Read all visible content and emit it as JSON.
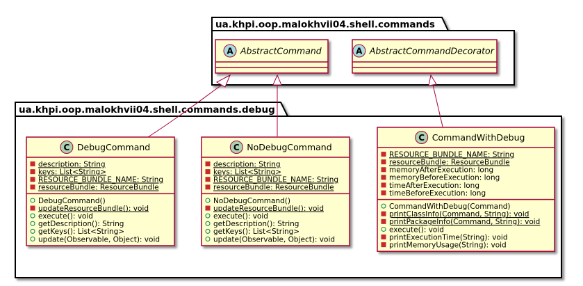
{
  "packages": {
    "commands": {
      "name": "ua.khpi.oop.malokhvii04.shell.commands"
    },
    "debug": {
      "name": "ua.khpi.oop.malokhvii04.shell.commands.debug"
    }
  },
  "colors": {
    "class_fill": "#FEFECE",
    "border": "#A80036",
    "abstract_badge": "#A9DCDF",
    "class_badge": "#ADD1B2",
    "private_marker": "#C82930",
    "public_marker": "#84BE84",
    "package_border": "#000000"
  },
  "classes": {
    "abstract_command": {
      "badge": "A",
      "name": "AbstractCommand",
      "abstract": true,
      "fields": [],
      "methods": []
    },
    "abstract_command_decorator": {
      "badge": "A",
      "name": "AbstractCommandDecorator",
      "abstract": true,
      "fields": [],
      "methods": []
    },
    "debug_command": {
      "badge": "C",
      "name": "DebugCommand",
      "abstract": false,
      "fields": [
        {
          "visibility": "private",
          "text": "description: String",
          "static": true
        },
        {
          "visibility": "private",
          "text": "keys: List<String>",
          "static": true
        },
        {
          "visibility": "private",
          "text": "RESOURCE_BUNDLE_NAME: String",
          "static": true
        },
        {
          "visibility": "private",
          "text": "resourceBundle: ResourceBundle",
          "static": true
        }
      ],
      "methods": [
        {
          "visibility": "public",
          "text": "DebugCommand()",
          "static": false
        },
        {
          "visibility": "private",
          "text": "updateResourceBundle(): void",
          "static": true
        },
        {
          "visibility": "public",
          "text": "execute(): void",
          "static": false
        },
        {
          "visibility": "public",
          "text": "getDescription(): String",
          "static": false
        },
        {
          "visibility": "public",
          "text": "getKeys(): List<String>",
          "static": false
        },
        {
          "visibility": "public",
          "text": "update(Observable, Object): void",
          "static": false
        }
      ]
    },
    "no_debug_command": {
      "badge": "C",
      "name": "NoDebugCommand",
      "abstract": false,
      "fields": [
        {
          "visibility": "private",
          "text": "description: String",
          "static": true
        },
        {
          "visibility": "private",
          "text": "keys: List<String>",
          "static": true
        },
        {
          "visibility": "private",
          "text": "RESOURCE_BUNDLE_NAME: String",
          "static": true
        },
        {
          "visibility": "private",
          "text": "resourceBundle: ResourceBundle",
          "static": true
        }
      ],
      "methods": [
        {
          "visibility": "public",
          "text": "NoDebugCommand()",
          "static": false
        },
        {
          "visibility": "private",
          "text": "updateResourceBundle(): void",
          "static": true
        },
        {
          "visibility": "public",
          "text": "execute(): void",
          "static": false
        },
        {
          "visibility": "public",
          "text": "getDescription(): String",
          "static": false
        },
        {
          "visibility": "public",
          "text": "getKeys(): List<String>",
          "static": false
        },
        {
          "visibility": "public",
          "text": "update(Observable, Object): void",
          "static": false
        }
      ]
    },
    "command_with_debug": {
      "badge": "C",
      "name": "CommandWithDebug",
      "abstract": false,
      "fields": [
        {
          "visibility": "private",
          "text": "RESOURCE_BUNDLE_NAME: String",
          "static": true
        },
        {
          "visibility": "private",
          "text": "resourceBundle: ResourceBundle",
          "static": true
        },
        {
          "visibility": "private",
          "text": "memoryAfterExecution: long",
          "static": false
        },
        {
          "visibility": "private",
          "text": "memoryBeforeExecution: long",
          "static": false
        },
        {
          "visibility": "private",
          "text": "timeAfterExecution: long",
          "static": false
        },
        {
          "visibility": "private",
          "text": "timeBeforeExecution: long",
          "static": false
        }
      ],
      "methods": [
        {
          "visibility": "public",
          "text": "CommandWithDebug(Command)",
          "static": false
        },
        {
          "visibility": "private",
          "text": "printClassInfo(Command, String): void",
          "static": true
        },
        {
          "visibility": "private",
          "text": "printPackageInfo(Command, String): void",
          "static": true
        },
        {
          "visibility": "public",
          "text": "execute(): void",
          "static": false
        },
        {
          "visibility": "private",
          "text": "printExecutionTime(String): void",
          "static": false
        },
        {
          "visibility": "private",
          "text": "printMemoryUsage(String): void",
          "static": false
        }
      ]
    }
  },
  "relations": [
    {
      "from": "debug_command",
      "to": "abstract_command",
      "type": "inheritance"
    },
    {
      "from": "no_debug_command",
      "to": "abstract_command",
      "type": "inheritance"
    },
    {
      "from": "command_with_debug",
      "to": "abstract_command_decorator",
      "type": "inheritance"
    }
  ]
}
